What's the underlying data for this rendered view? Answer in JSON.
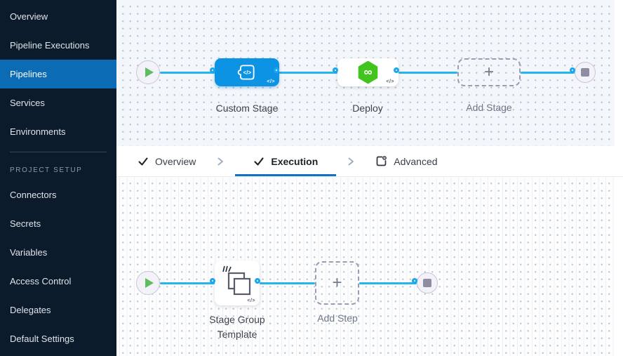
{
  "colors": {
    "sidebar_bg": "#0b1b2b",
    "sidebar_active_bg": "#0b6bb4",
    "accent_blue": "#0f72c8",
    "connector_blue": "#25b4f0",
    "stage_node_blue": "#0d93e4",
    "deploy_green": "#42c41e",
    "play_green": "#5cbe5c",
    "canvas_top_bg": "#f3f7fb",
    "canvas_bottom_bg": "#fdfdfe"
  },
  "sidebar": {
    "nav_items": [
      {
        "label": "Overview"
      },
      {
        "label": "Pipeline Executions"
      },
      {
        "label": "Pipelines"
      },
      {
        "label": "Services"
      },
      {
        "label": "Environments"
      }
    ],
    "active_item": "Pipelines",
    "section_title": "PROJECT SETUP",
    "setup_items": [
      {
        "label": "Connectors"
      },
      {
        "label": "Secrets"
      },
      {
        "label": "Variables"
      },
      {
        "label": "Access Control"
      },
      {
        "label": "Delegates"
      },
      {
        "label": "Default Settings"
      }
    ]
  },
  "stage_pipeline": {
    "custom_stage": {
      "label": "Custom Stage",
      "icon_code": "</>",
      "template_badge": "</>"
    },
    "deploy": {
      "label": "Deploy",
      "icon_symbol": "∞",
      "template_badge": "</>"
    },
    "add_stage": {
      "label": "Add Stage",
      "plus": "+"
    }
  },
  "tabs": {
    "overview": {
      "label": "Overview"
    },
    "execution": {
      "label": "Execution",
      "active": true
    },
    "advanced": {
      "label": "Advanced"
    }
  },
  "execution_pipeline": {
    "stage_group": {
      "label_line1": "Stage Group",
      "label_line2": "Template",
      "template_badge": "</>"
    },
    "add_step": {
      "label": "Add Step",
      "plus": "+"
    }
  },
  "icons": {
    "play": "play-triangle",
    "stop": "stop-square",
    "check": "checkmark",
    "chevron": "chevron-right",
    "advanced": "doc-with-gear",
    "custom_stage": "code-ticket",
    "deploy": "cd-hexagon-infinity",
    "stage_group": "overlapping-squares",
    "template_bars": "template-hatch"
  }
}
